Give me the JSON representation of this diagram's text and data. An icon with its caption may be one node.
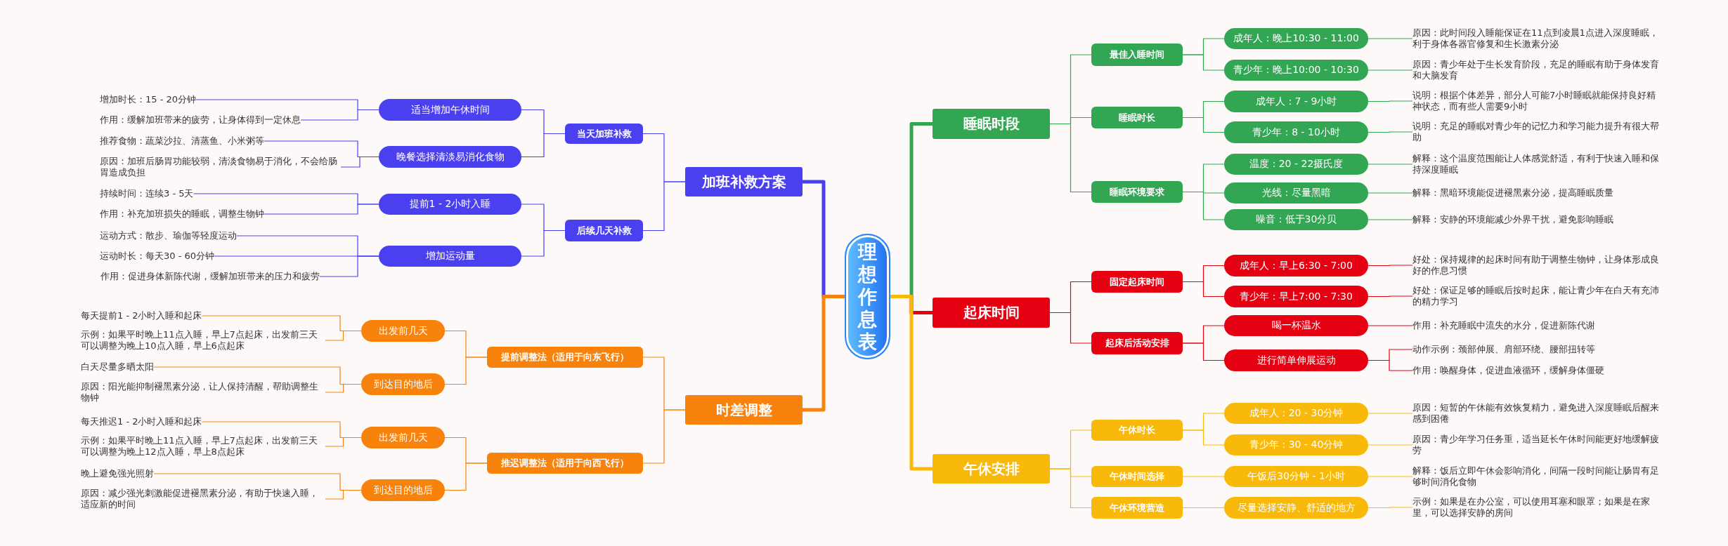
{
  "diagram": {
    "nodes": [
      {
        "text": [
          "理想作息表"
        ]
      },
      {
        "text": [
          "加班补救方案"
        ]
      },
      {
        "text": [
          "当天加班补救"
        ]
      },
      {
        "text": [
          "适当增加午休时间"
        ]
      },
      {
        "text": [
          "增加时长：15 - 20分钟"
        ]
      },
      {
        "text": [
          "作用：缓解加班带来的疲劳，让身体得到一定休息"
        ]
      },
      {
        "text": [
          "晚餐选择清淡易消化食物"
        ]
      },
      {
        "text": [
          "推荐食物：蔬菜沙拉、清蒸鱼、小米粥等"
        ]
      },
      {
        "text": [
          "原因：加班后肠胃功能较弱，清淡食物易于消化，不会给肠胃造成负担"
        ]
      },
      {
        "text": [
          "后续几天补救"
        ]
      },
      {
        "text": [
          "提前1 - 2小时入睡"
        ]
      },
      {
        "text": [
          "持续时间：连续3 - 5天"
        ]
      },
      {
        "text": [
          "作用：补充加班损失的睡眠，调整生物钟"
        ]
      },
      {
        "text": [
          "增加运动量"
        ]
      },
      {
        "text": [
          "运动方式：散步、瑜伽等轻度运动"
        ]
      },
      {
        "text": [
          "运动时长：每天30 - 60分钟"
        ]
      },
      {
        "text": [
          "作用：促进身体新陈代谢，缓解加班带来的压力和疲劳"
        ]
      },
      {
        "text": [
          "时差调整"
        ]
      },
      {
        "text": [
          "提前调整法（适用于向东飞行）"
        ]
      },
      {
        "text": [
          "出发前几天"
        ]
      },
      {
        "text": [
          "每天提前1 - 2小时入睡和起床"
        ]
      },
      {
        "text": [
          "示例：如果平时晚上11点入睡，早上7点起床，出发前三天可以调整为晚上10点入睡，早上6点起床"
        ]
      },
      {
        "text": [
          "到达目的地后"
        ]
      },
      {
        "text": [
          "白天尽量多晒太阳"
        ]
      },
      {
        "text": [
          "原因：阳光能抑制褪黑素分泌，让人保持清醒，帮助调整生物钟"
        ]
      },
      {
        "text": [
          "推迟调整法（适用于向西飞行）"
        ]
      },
      {
        "text": [
          "出发前几天"
        ]
      },
      {
        "text": [
          "每天推迟1 - 2小时入睡和起床"
        ]
      },
      {
        "text": [
          "示例：如果平时晚上11点入睡，早上7点起床，出发前三天可以调整为晚上12点入睡，早上8点起床"
        ]
      },
      {
        "text": [
          "到达目的地后"
        ]
      },
      {
        "text": [
          "晚上避免强光照射"
        ]
      },
      {
        "text": [
          "原因：减少强光刺激能促进褪黑素分泌，有助于快速入睡，适应新的时间"
        ]
      },
      {
        "text": [
          "睡眠时段"
        ]
      },
      {
        "text": [
          "最佳入睡时间"
        ]
      },
      {
        "text": [
          "成年人：晚上10:30 - 11:00"
        ]
      },
      {
        "text": [
          "原因：此时间段入睡能保证在11点到凌晨1点进入深度睡眠，利于身体各器官修复和生长激素分泌"
        ]
      },
      {
        "text": [
          "青少年：晚上10:00 - 10:30"
        ]
      },
      {
        "text": [
          "原因：青少年处于生长发育阶段，充足的睡眠有助于身体发育和大脑发育"
        ]
      },
      {
        "text": [
          "睡眠时长"
        ]
      },
      {
        "text": [
          "成年人：7 - 9小时"
        ]
      },
      {
        "text": [
          "说明：根据个体差异，部分人可能7小时睡眠就能保持良好精神状态，而有些人需要9小时"
        ]
      },
      {
        "text": [
          "青少年：8 - 10小时"
        ]
      },
      {
        "text": [
          "说明：充足的睡眠对青少年的记忆力和学习能力提升有很大帮助"
        ]
      },
      {
        "text": [
          "睡眠环境要求"
        ]
      },
      {
        "text": [
          "温度：20 - 22摄氏度"
        ]
      },
      {
        "text": [
          "解释：这个温度范围能让人体感觉舒适，有利于快速入睡和保持深度睡眠"
        ]
      },
      {
        "text": [
          "光线：尽量黑暗"
        ]
      },
      {
        "text": [
          "解释：黑暗环境能促进褪黑素分泌，提高睡眠质量"
        ]
      },
      {
        "text": [
          "噪音：低于30分贝"
        ]
      },
      {
        "text": [
          "解释：安静的环境能减少外界干扰，避免影响睡眠"
        ]
      },
      {
        "text": [
          "起床时间"
        ]
      },
      {
        "text": [
          "固定起床时间"
        ]
      },
      {
        "text": [
          "成年人：早上6:30 - 7:00"
        ]
      },
      {
        "text": [
          "好处：保持规律的起床时间有助于调整生物钟，让身体形成良好的作息习惯"
        ]
      },
      {
        "text": [
          "青少年：早上7:00 - 7:30"
        ]
      },
      {
        "text": [
          "好处：保证足够的睡眠后按时起床，能让青少年在白天有充沛的精力学习"
        ]
      },
      {
        "text": [
          "起床后活动安排"
        ]
      },
      {
        "text": [
          "喝一杯温水"
        ]
      },
      {
        "text": [
          "作用：补充睡眠中流失的水分，促进新陈代谢"
        ]
      },
      {
        "text": [
          "进行简单伸展运动"
        ]
      },
      {
        "text": [
          "动作示例：颈部伸展、肩部环绕、腰部扭转等"
        ]
      },
      {
        "text": [
          "作用：唤醒身体，促进血液循环，缓解身体僵硬"
        ]
      },
      {
        "text": [
          "午休安排"
        ]
      },
      {
        "text": [
          "午休时长"
        ]
      },
      {
        "text": [
          "成年人：20 - 30分钟"
        ]
      },
      {
        "text": [
          "原因：短暂的午休能有效恢复精力，避免进入深度睡眠后醒来感到困倦"
        ]
      },
      {
        "text": [
          "青少年：30 - 40分钟"
        ]
      },
      {
        "text": [
          "原因：青少年学习任务重，适当延长午休时间能更好地缓解疲劳"
        ]
      },
      {
        "text": [
          "午休时间选择"
        ]
      },
      {
        "text": [
          "午饭后30分钟 - 1小时"
        ]
      },
      {
        "text": [
          "解释：饭后立即午休会影响消化，间隔一段时间能让肠胃有足够时间消化食物"
        ]
      },
      {
        "text": [
          "午休环境营造"
        ]
      },
      {
        "text": [
          "尽量选择安静、舒适的地方"
        ]
      },
      {
        "text": [
          "示例：如果是在办公室，可以使用耳塞和眼罩；如果是在家里，可以选择安静的房间"
        ]
      }
    ],
    "edges": [
      {
        "from": 0,
        "to": 1,
        "arrow": "none",
        "style": "thick",
        "color": "#4b40ef"
      },
      {
        "from": 1,
        "to": 2,
        "arrow": "none",
        "color": "#4b40ef"
      },
      {
        "from": 2,
        "to": 3,
        "arrow": "none",
        "color": "#4b40ef"
      },
      {
        "from": 3,
        "to": 4,
        "arrow": "none",
        "color": "#4b40ef"
      },
      {
        "from": 3,
        "to": 5,
        "arrow": "none",
        "color": "#4b40ef"
      },
      {
        "from": 2,
        "to": 6,
        "arrow": "none",
        "color": "#4b40ef"
      },
      {
        "from": 6,
        "to": 7,
        "arrow": "none",
        "color": "#4b40ef"
      },
      {
        "from": 6,
        "to": 8,
        "arrow": "none",
        "color": "#4b40ef"
      },
      {
        "from": 1,
        "to": 9,
        "arrow": "none",
        "color": "#4b40ef"
      },
      {
        "from": 9,
        "to": 10,
        "arrow": "none",
        "color": "#4b40ef"
      },
      {
        "from": 10,
        "to": 11,
        "arrow": "none",
        "color": "#4b40ef"
      },
      {
        "from": 10,
        "to": 12,
        "arrow": "none",
        "color": "#4b40ef"
      },
      {
        "from": 9,
        "to": 13,
        "arrow": "none",
        "color": "#4b40ef"
      },
      {
        "from": 13,
        "to": 14,
        "arrow": "none",
        "color": "#4b40ef"
      },
      {
        "from": 13,
        "to": 15,
        "arrow": "none",
        "color": "#4b40ef"
      },
      {
        "from": 13,
        "to": 16,
        "arrow": "none",
        "color": "#4b40ef"
      },
      {
        "from": 0,
        "to": 17,
        "arrow": "none",
        "style": "thick",
        "color": "#f7820c"
      },
      {
        "from": 17,
        "to": 18,
        "arrow": "none",
        "color": "#f7820c"
      },
      {
        "from": 18,
        "to": 19,
        "arrow": "none",
        "color": "#f7820c"
      },
      {
        "from": 19,
        "to": 20,
        "arrow": "none",
        "color": "#f7820c"
      },
      {
        "from": 19,
        "to": 21,
        "arrow": "none",
        "color": "#f7820c"
      },
      {
        "from": 18,
        "to": 22,
        "arrow": "none",
        "color": "#f7820c"
      },
      {
        "from": 22,
        "to": 23,
        "arrow": "none",
        "color": "#f7820c"
      },
      {
        "from": 22,
        "to": 24,
        "arrow": "none",
        "color": "#f7820c"
      },
      {
        "from": 17,
        "to": 25,
        "arrow": "none",
        "color": "#f7820c"
      },
      {
        "from": 25,
        "to": 26,
        "arrow": "none",
        "color": "#f7820c"
      },
      {
        "from": 26,
        "to": 27,
        "arrow": "none",
        "color": "#f7820c"
      },
      {
        "from": 26,
        "to": 28,
        "arrow": "none",
        "color": "#f7820c"
      },
      {
        "from": 25,
        "to": 29,
        "arrow": "none",
        "color": "#f7820c"
      },
      {
        "from": 29,
        "to": 30,
        "arrow": "none",
        "color": "#f7820c"
      },
      {
        "from": 29,
        "to": 31,
        "arrow": "none",
        "color": "#f7820c"
      },
      {
        "from": 0,
        "to": 32,
        "arrow": "none",
        "style": "thick",
        "color": "#33a654"
      },
      {
        "from": 32,
        "to": 33,
        "arrow": "none",
        "color": "#33a654"
      },
      {
        "from": 33,
        "to": 34,
        "arrow": "none",
        "color": "#33a654"
      },
      {
        "from": 34,
        "to": 35,
        "arrow": "none",
        "color": "#33a654"
      },
      {
        "from": 33,
        "to": 36,
        "arrow": "none",
        "color": "#33a654"
      },
      {
        "from": 36,
        "to": 37,
        "arrow": "none",
        "color": "#33a654"
      },
      {
        "from": 32,
        "to": 38,
        "arrow": "none",
        "color": "#33a654"
      },
      {
        "from": 38,
        "to": 39,
        "arrow": "none",
        "color": "#33a654"
      },
      {
        "from": 39,
        "to": 40,
        "arrow": "none",
        "color": "#33a654"
      },
      {
        "from": 38,
        "to": 41,
        "arrow": "none",
        "color": "#33a654"
      },
      {
        "from": 41,
        "to": 42,
        "arrow": "none",
        "color": "#33a654"
      },
      {
        "from": 32,
        "to": 43,
        "arrow": "none",
        "color": "#33a654"
      },
      {
        "from": 43,
        "to": 44,
        "arrow": "none",
        "color": "#33a654"
      },
      {
        "from": 44,
        "to": 45,
        "arrow": "none",
        "color": "#33a654"
      },
      {
        "from": 43,
        "to": 46,
        "arrow": "none",
        "color": "#33a654"
      },
      {
        "from": 46,
        "to": 47,
        "arrow": "none",
        "color": "#33a654"
      },
      {
        "from": 43,
        "to": 48,
        "arrow": "none",
        "color": "#33a654"
      },
      {
        "from": 48,
        "to": 49,
        "arrow": "none",
        "color": "#33a654"
      },
      {
        "from": 0,
        "to": 50,
        "arrow": "none",
        "style": "thick",
        "color": "#e50012"
      },
      {
        "from": 50,
        "to": 51,
        "arrow": "none",
        "color": "#e50012"
      },
      {
        "from": 51,
        "to": 52,
        "arrow": "none",
        "color": "#e50012"
      },
      {
        "from": 52,
        "to": 53,
        "arrow": "none",
        "color": "#e50012"
      },
      {
        "from": 51,
        "to": 54,
        "arrow": "none",
        "color": "#e50012"
      },
      {
        "from": 54,
        "to": 55,
        "arrow": "none",
        "color": "#e50012"
      },
      {
        "from": 50,
        "to": 56,
        "arrow": "none",
        "color": "#e50012"
      },
      {
        "from": 56,
        "to": 57,
        "arrow": "none",
        "color": "#e50012"
      },
      {
        "from": 57,
        "to": 58,
        "arrow": "none",
        "color": "#e50012"
      },
      {
        "from": 56,
        "to": 59,
        "arrow": "none",
        "color": "#e50012"
      },
      {
        "from": 59,
        "to": 60,
        "arrow": "none",
        "color": "#e50012"
      },
      {
        "from": 59,
        "to": 61,
        "arrow": "none",
        "color": "#e50012"
      },
      {
        "from": 0,
        "to": 62,
        "arrow": "none",
        "style": "thick",
        "color": "#f9b90a"
      },
      {
        "from": 62,
        "to": 63,
        "arrow": "none",
        "color": "#f9b90a"
      },
      {
        "from": 63,
        "to": 64,
        "arrow": "none",
        "color": "#f9b90a"
      },
      {
        "from": 64,
        "to": 65,
        "arrow": "none",
        "color": "#f9b90a"
      },
      {
        "from": 63,
        "to": 66,
        "arrow": "none",
        "color": "#f9b90a"
      },
      {
        "from": 66,
        "to": 67,
        "arrow": "none",
        "color": "#f9b90a"
      },
      {
        "from": 62,
        "to": 68,
        "arrow": "none",
        "color": "#f9b90a"
      },
      {
        "from": 68,
        "to": 69,
        "arrow": "none",
        "color": "#f9b90a"
      },
      {
        "from": 69,
        "to": 70,
        "arrow": "none",
        "color": "#f9b90a"
      },
      {
        "from": 62,
        "to": 71,
        "arrow": "none",
        "color": "#f9b90a"
      },
      {
        "from": 71,
        "to": 72,
        "arrow": "none",
        "color": "#f9b90a"
      },
      {
        "from": 72,
        "to": 73,
        "arrow": "none",
        "color": "#f9b90a"
      }
    ]
  }
}
